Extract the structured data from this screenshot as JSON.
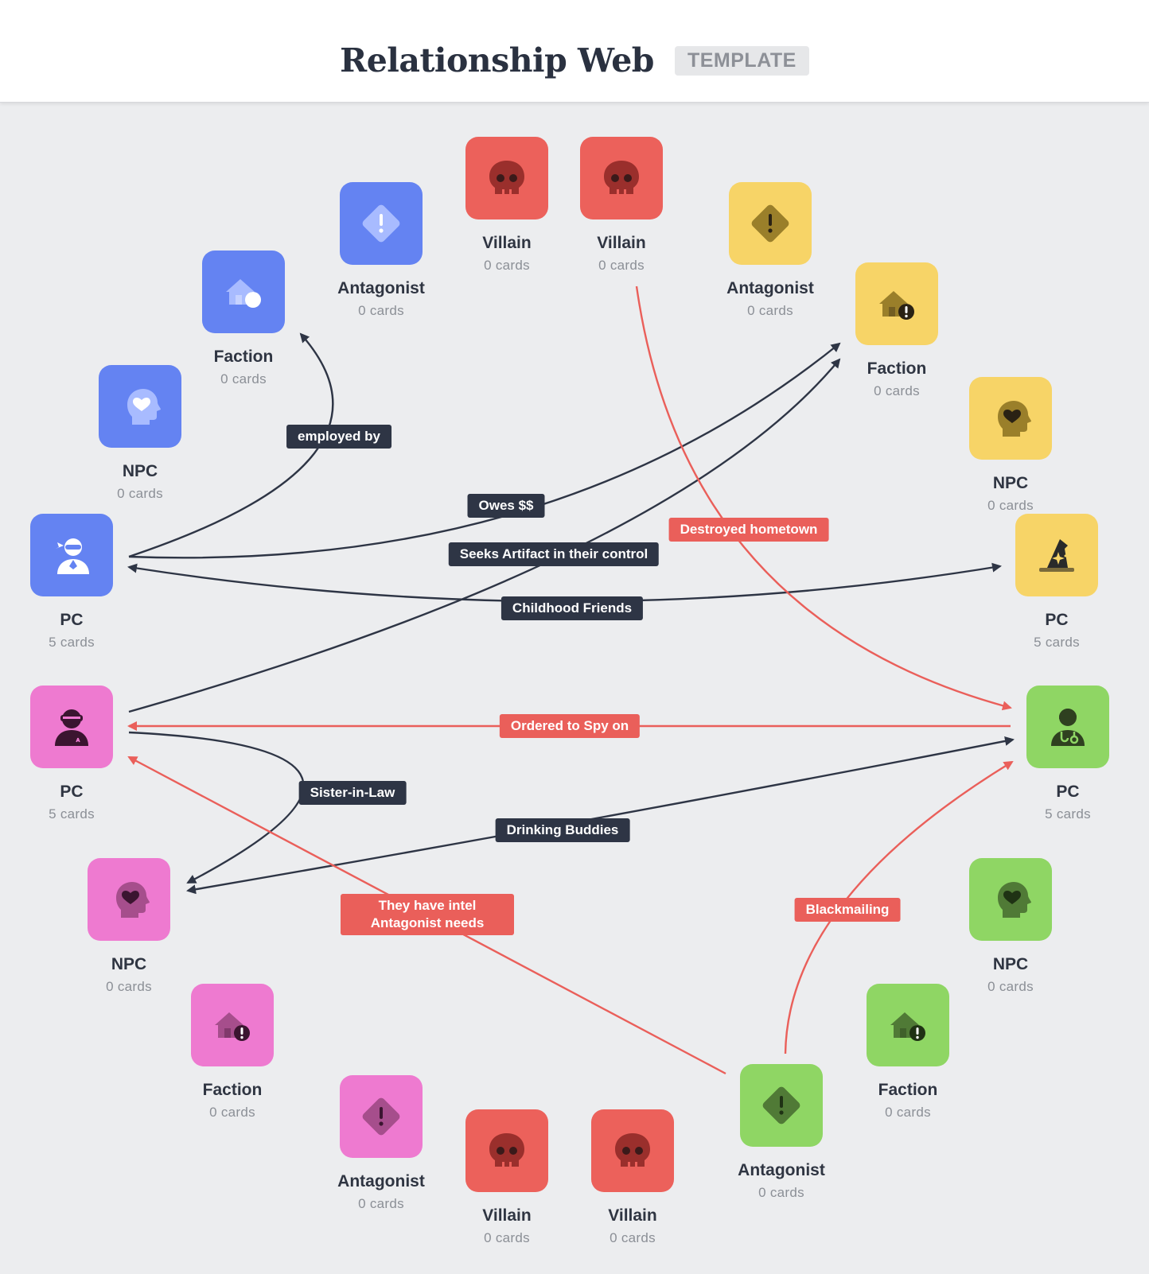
{
  "header": {
    "title": "Relationship Web",
    "badge": "TEMPLATE"
  },
  "colors": {
    "blue": "#6483f2",
    "yellow": "#f7d467",
    "pink": "#ee7ad0",
    "green": "#8fd664",
    "red": "#ec615b",
    "dark_edge": "#2e3545",
    "red_edge": "#ea5f5a"
  },
  "cards": [
    {
      "id": "villain-top-1",
      "label": "Villain",
      "count": "0 cards",
      "color": "red",
      "icon": "skull-icon"
    },
    {
      "id": "villain-top-2",
      "label": "Villain",
      "count": "0 cards",
      "color": "red",
      "icon": "skull-icon"
    },
    {
      "id": "antagonist-blue",
      "label": "Antagonist",
      "count": "0 cards",
      "color": "blue",
      "icon": "warning-diamond-icon"
    },
    {
      "id": "antagonist-yellow",
      "label": "Antagonist",
      "count": "0 cards",
      "color": "yellow",
      "icon": "warning-diamond-icon"
    },
    {
      "id": "faction-blue",
      "label": "Faction",
      "count": "0 cards",
      "color": "blue",
      "icon": "house-alert-icon"
    },
    {
      "id": "faction-yellow",
      "label": "Faction",
      "count": "0 cards",
      "color": "yellow",
      "icon": "house-alert-icon"
    },
    {
      "id": "npc-blue",
      "label": "NPC",
      "count": "0 cards",
      "color": "blue",
      "icon": "head-heart-icon"
    },
    {
      "id": "npc-yellow",
      "label": "NPC",
      "count": "0 cards",
      "color": "yellow",
      "icon": "head-heart-icon"
    },
    {
      "id": "pc-blue",
      "label": "PC",
      "count": "5 cards",
      "color": "blue",
      "icon": "ninja-icon"
    },
    {
      "id": "pc-yellow",
      "label": "PC",
      "count": "5 cards",
      "color": "yellow",
      "icon": "wizard-hat-icon"
    },
    {
      "id": "pc-pink",
      "label": "PC",
      "count": "5 cards",
      "color": "pink",
      "icon": "visor-person-icon"
    },
    {
      "id": "pc-green",
      "label": "PC",
      "count": "5 cards",
      "color": "green",
      "icon": "doctor-icon"
    },
    {
      "id": "npc-pink",
      "label": "NPC",
      "count": "0 cards",
      "color": "pink",
      "icon": "head-heart-icon"
    },
    {
      "id": "npc-green",
      "label": "NPC",
      "count": "0 cards",
      "color": "green",
      "icon": "head-heart-icon"
    },
    {
      "id": "faction-pink",
      "label": "Faction",
      "count": "0 cards",
      "color": "pink",
      "icon": "house-alert-icon"
    },
    {
      "id": "faction-green",
      "label": "Faction",
      "count": "0 cards",
      "color": "green",
      "icon": "house-alert-icon"
    },
    {
      "id": "antagonist-pink",
      "label": "Antagonist",
      "count": "0 cards",
      "color": "pink",
      "icon": "warning-diamond-icon"
    },
    {
      "id": "antagonist-green",
      "label": "Antagonist",
      "count": "0 cards",
      "color": "green",
      "icon": "warning-diamond-icon"
    },
    {
      "id": "villain-bottom-1",
      "label": "Villain",
      "count": "0 cards",
      "color": "red",
      "icon": "skull-icon"
    },
    {
      "id": "villain-bottom-2",
      "label": "Villain",
      "count": "0 cards",
      "color": "red",
      "icon": "skull-icon"
    }
  ],
  "relationships": [
    {
      "id": "employed-by",
      "label": "employed by",
      "from": "pc-blue",
      "to": "faction-blue",
      "kind": "dark"
    },
    {
      "id": "owes",
      "label": "Owes $$",
      "from": "pc-blue",
      "to": "faction-yellow",
      "kind": "dark"
    },
    {
      "id": "seeks-artifact",
      "label": "Seeks Artifact in their control",
      "from": "pc-pink",
      "to": "faction-yellow",
      "kind": "dark"
    },
    {
      "id": "childhood-friends",
      "label": "Childhood Friends",
      "from": "pc-blue",
      "to": "pc-yellow",
      "kind": "dark",
      "bidirectional": true
    },
    {
      "id": "destroyed-hometown",
      "label": "Destroyed hometown",
      "from": "villain-top-2",
      "to": "pc-green",
      "kind": "red"
    },
    {
      "id": "ordered-to-spy",
      "label": "Ordered to Spy on",
      "from": "pc-green",
      "to": "pc-pink",
      "kind": "red"
    },
    {
      "id": "sister-in-law",
      "label": "Sister-in-Law",
      "from": "pc-pink",
      "to": "npc-pink",
      "kind": "dark"
    },
    {
      "id": "drinking-buddies",
      "label": "Drinking Buddies",
      "from": "pc-green",
      "to": "npc-pink",
      "kind": "dark",
      "bidirectional": true
    },
    {
      "id": "intel",
      "label": "They have intel Antagonist needs",
      "from": "antagonist-green",
      "to": "pc-pink",
      "kind": "red"
    },
    {
      "id": "blackmailing",
      "label": "Blackmailing",
      "from": "antagonist-green",
      "to": "pc-green",
      "kind": "red"
    }
  ]
}
